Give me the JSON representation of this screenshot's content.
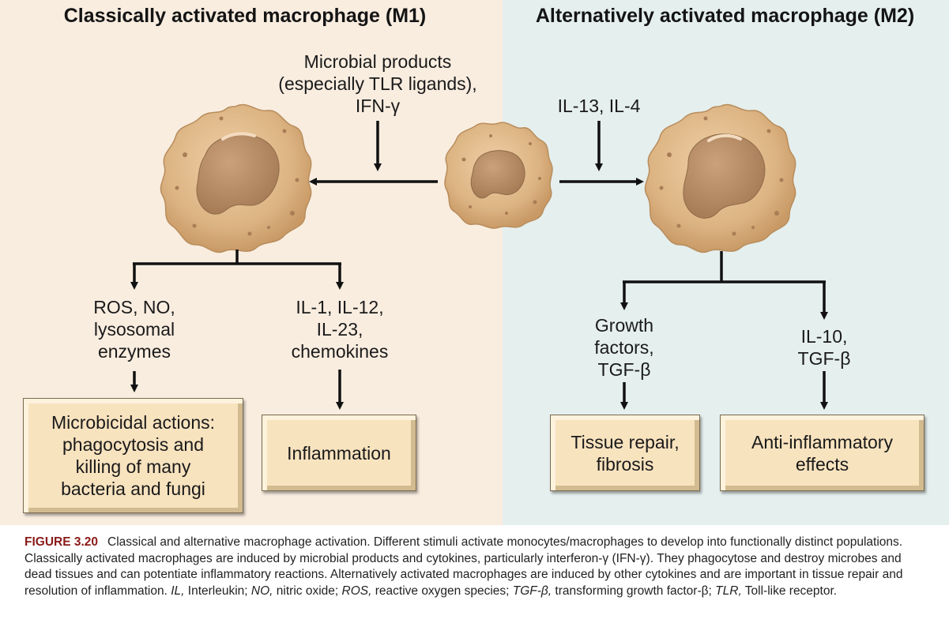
{
  "titles": {
    "m1": "Classically activated macrophage (M1)",
    "m2": "Alternatively activated macrophage (M2)"
  },
  "stimuli": {
    "m1": [
      "Microbial products",
      "(especially TLR ligands),",
      "IFN-γ"
    ],
    "m2": "IL-13, IL-4"
  },
  "cells": {
    "m1": "M1 macrophage",
    "monocyte": "monocyte/macrophage",
    "m2": "M2 macrophage"
  },
  "m1_products": {
    "left": [
      "ROS, NO,",
      "lysosomal",
      "enzymes"
    ],
    "right": [
      "IL-1, IL-12,",
      "IL-23,",
      "chemokines"
    ]
  },
  "m2_products": {
    "left": [
      "Growth",
      "factors,",
      "TGF-β"
    ],
    "right": [
      "IL-10,",
      "TGF-β"
    ]
  },
  "boxes": {
    "microbicidal": [
      "Microbicidal actions:",
      "phagocytosis and",
      "killing of many",
      "bacteria and fungi"
    ],
    "inflammation": [
      "Inflammation"
    ],
    "tissue_repair": [
      "Tissue repair,",
      "fibrosis"
    ],
    "anti_inflammatory": [
      "Anti-inflammatory",
      "effects"
    ]
  },
  "caption": {
    "figure_label": "FIGURE 3.20",
    "text": "Classical and alternative macrophage activation. Different stimuli activate monocytes/macrophages to develop into functionally distinct populations. Classically activated macrophages are induced by microbial products and cytokines, particularly interferon-γ (IFN-γ). They phagocytose and destroy microbes and dead tissues and can potentiate inflammatory reactions. Alternatively activated macrophages are induced by other cytokines and are important in tissue repair and resolution of inflammation.",
    "abbreviations": [
      {
        "abbr": "IL,",
        "def": "Interleukin;"
      },
      {
        "abbr": "NO,",
        "def": "nitric oxide;"
      },
      {
        "abbr": "ROS,",
        "def": "reactive oxygen species;"
      },
      {
        "abbr": "TGF-β,",
        "def": "transforming growth factor-β;"
      },
      {
        "abbr": "TLR,",
        "def": "Toll-like receptor."
      }
    ]
  },
  "colors": {
    "m1_panel": "#f9ede0",
    "m2_panel": "#e5efee",
    "cell_body": "#dcb483",
    "nucleus": "#b48a63",
    "box_fill": "#f8e3bf",
    "arrow": "#111111",
    "figure_label": "#8b1a1a"
  }
}
